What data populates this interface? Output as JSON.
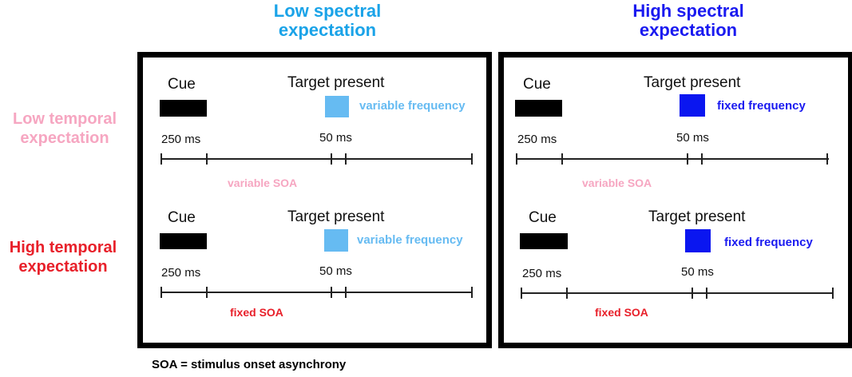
{
  "colors": {
    "low_spectral": "#1aa3e8",
    "high_spectral": "#1a1af0",
    "low_temporal": "#f6a6c1",
    "high_temporal": "#e8202a",
    "variable_square": "#66bbf2",
    "fixed_square": "#0a16f0"
  },
  "columns": [
    {
      "line1": "Low spectral",
      "line2": "expectation"
    },
    {
      "line1": "High spectral",
      "line2": "expectation"
    }
  ],
  "rows": [
    {
      "line1": "Low temporal",
      "line2": "expectation"
    },
    {
      "line1": "High temporal",
      "line2": "expectation"
    }
  ],
  "trial": {
    "cue": "Cue",
    "target": "Target present",
    "cue_duration": "250 ms",
    "target_duration": "50 ms"
  },
  "frequency": {
    "variable": "variable frequency",
    "fixed": "fixed frequency"
  },
  "soa": {
    "variable": "variable SOA",
    "fixed": "fixed SOA"
  },
  "footnote": "SOA = stimulus onset asynchrony"
}
